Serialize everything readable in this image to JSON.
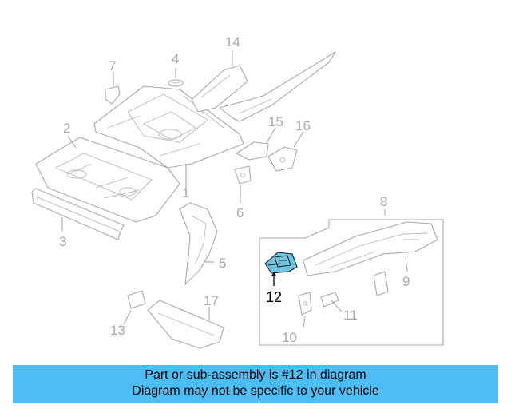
{
  "callouts": {
    "c1": "1",
    "c2": "2",
    "c3": "3",
    "c4": "4",
    "c5": "5",
    "c6": "6",
    "c7": "7",
    "c8": "8",
    "c9": "9",
    "c10": "10",
    "c11": "11",
    "c12": "12",
    "c13": "13",
    "c14": "14",
    "c15": "15",
    "c16": "16",
    "c17": "17"
  },
  "highlight": {
    "part_number": "12",
    "fill_color": "#6ec6e6",
    "banner_color": "#4dbef4"
  },
  "banner": {
    "line1": "Part or sub-assembly is #12 in diagram",
    "line2": "Diagram may not be specific to your vehicle"
  }
}
